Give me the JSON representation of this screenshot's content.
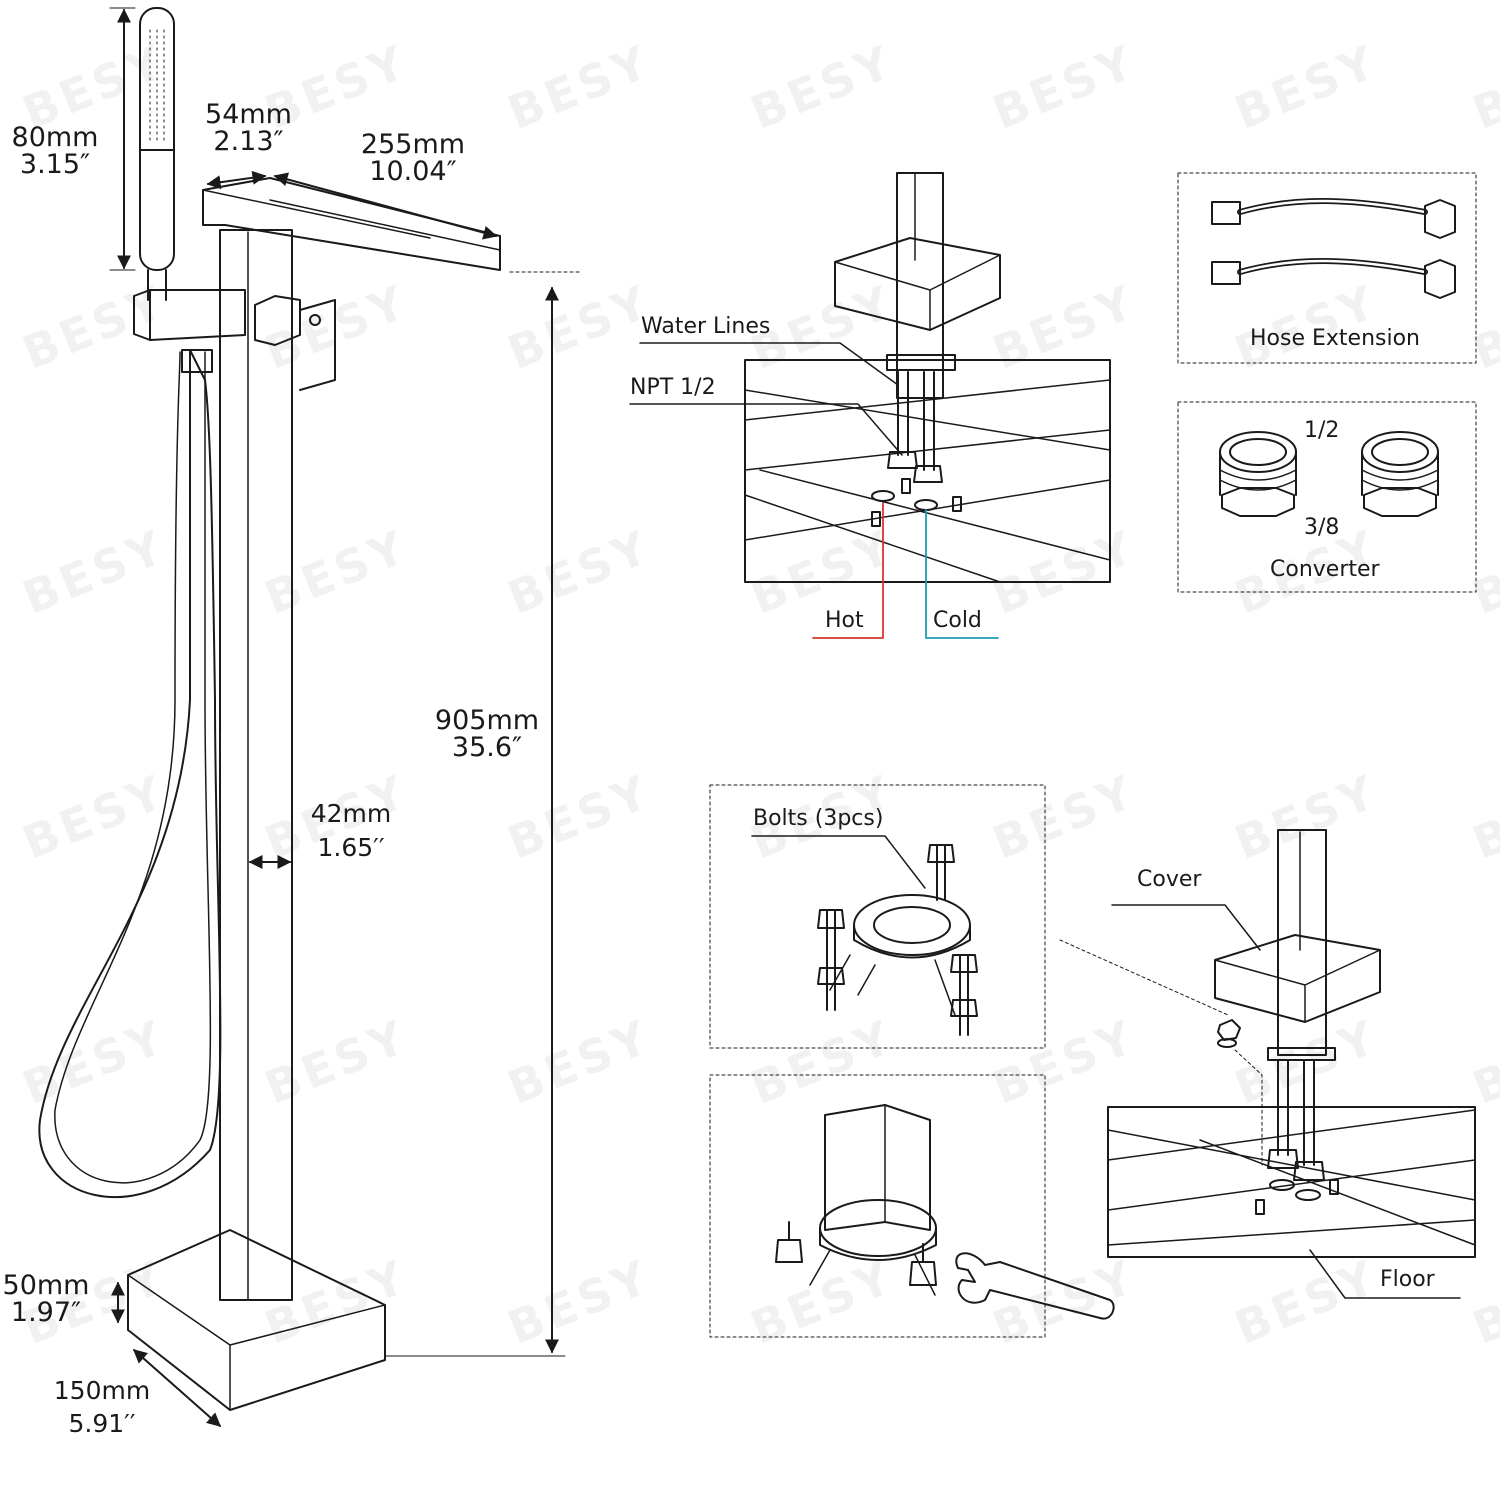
{
  "watermark": "BESY",
  "colors": {
    "hot": "#d8362f",
    "cold": "#1f9bb8",
    "line": "#1a1a1a"
  },
  "faucet": {
    "handshower_length": {
      "mm": "80mm",
      "inch": "3.15″"
    },
    "spout_width": {
      "mm": "54mm",
      "inch": "2.13″"
    },
    "spout_length": {
      "mm": "255mm",
      "inch": "10.04″"
    },
    "height": {
      "mm": "905mm",
      "inch": "35.6″"
    },
    "column_width": {
      "mm": "42mm",
      "inch": "1.65′′"
    },
    "base_height": {
      "mm": "50mm",
      "inch": "1.97″"
    },
    "base_width": {
      "mm": "150mm",
      "inch": "5.91′′"
    }
  },
  "connection": {
    "water_lines": "Water Lines",
    "npt": "NPT 1/2",
    "hot": "Hot",
    "cold": "Cold"
  },
  "accessories": {
    "hose_extension": "Hose Extension",
    "converter_top": "1/2",
    "converter_bottom": "3/8",
    "converter": "Converter"
  },
  "install": {
    "bolts": "Bolts (3pcs)",
    "cover": "Cover",
    "floor": "Floor"
  }
}
